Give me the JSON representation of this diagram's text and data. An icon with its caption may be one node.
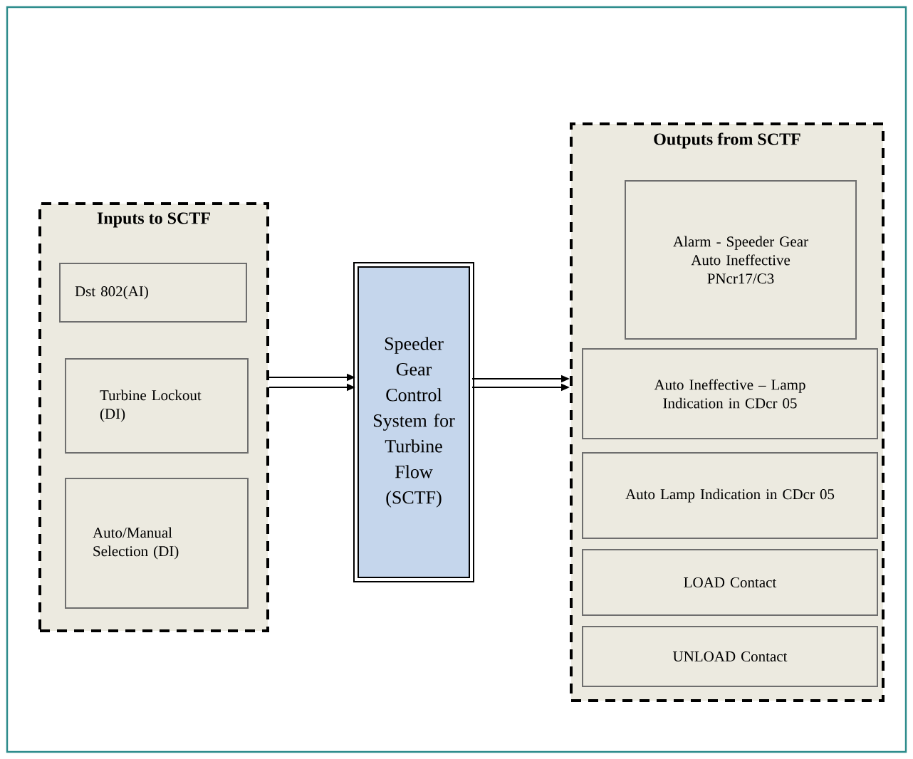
{
  "diagram": {
    "nodes": [
      {
        "text": [
          "Inputs to SCTF"
        ]
      },
      {
        "text": [
          "Dst 802(AI)"
        ],
        "in": 0
      },
      {
        "text": [
          "Turbine Lockout (DI)"
        ],
        "in": 0
      },
      {
        "text": [
          "Auto/Manual Selection (DI)"
        ],
        "in": 0
      },
      {
        "text": [
          "Speeder Gear Control System for Turbine Flow (SCTF)"
        ]
      },
      {
        "text": [
          "Outputs from SCTF"
        ]
      },
      {
        "text": [
          "Alarm - Speeder Gear Auto Ineffective PNcr17/C3"
        ],
        "in": 5
      },
      {
        "text": [
          "Auto Ineffective – Lamp Indication in CDcr 05"
        ],
        "in": 5
      },
      {
        "text": [
          "Auto Lamp Indication in CDcr 05"
        ],
        "in": 5
      },
      {
        "text": [
          "LOAD Contact"
        ],
        "in": 5
      },
      {
        "text": [
          "UNLOAD Contact"
        ],
        "in": 5
      }
    ],
    "edges": [
      {
        "from": 0,
        "to": 4,
        "arrow": "to"
      },
      {
        "from": 0,
        "to": 4,
        "arrow": "to"
      },
      {
        "from": 4,
        "to": 5,
        "arrow": "to"
      },
      {
        "from": 4,
        "to": 5,
        "arrow": "to"
      }
    ]
  }
}
